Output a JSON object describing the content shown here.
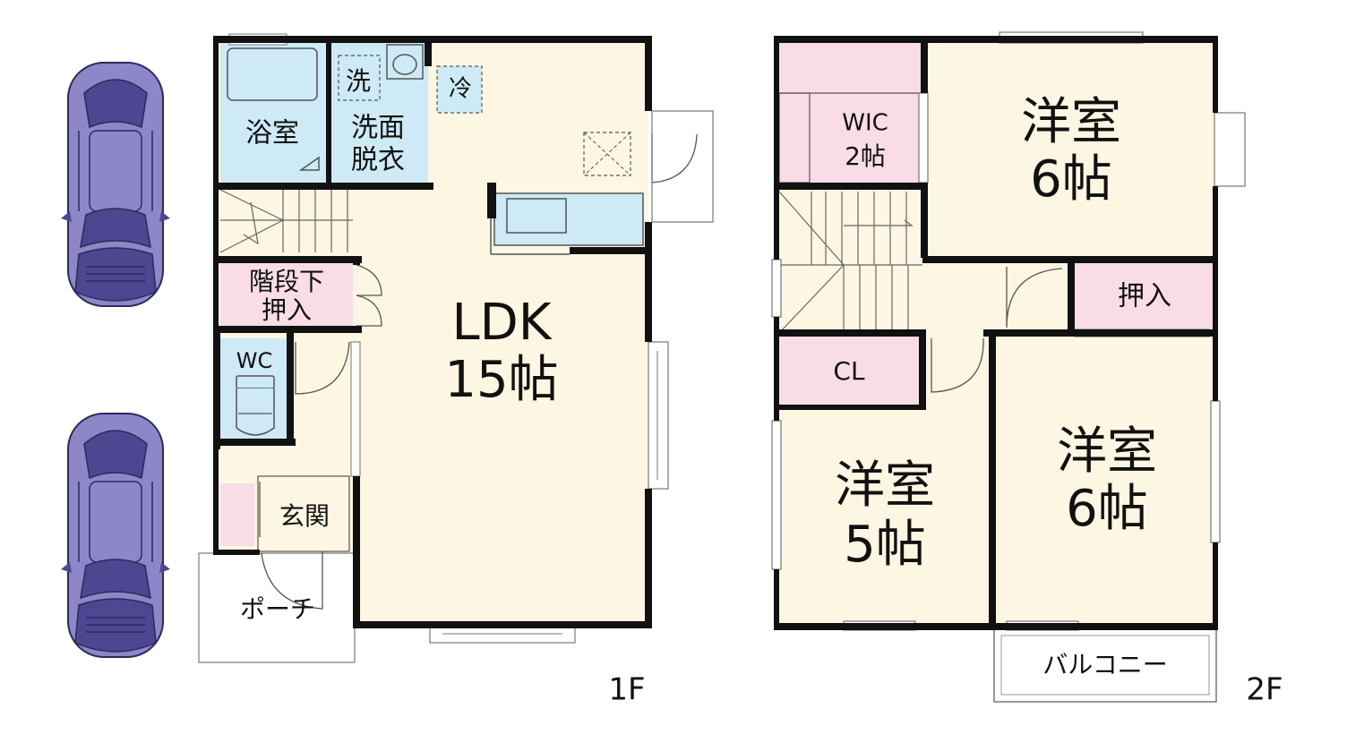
{
  "colors": {
    "floor": "#fdf6e2",
    "wet": "#cdeaf6",
    "storage": "#f9dde6",
    "wall": "#111111",
    "car_body": "#8d86c9",
    "car_dark": "#4c4790"
  },
  "icons": [
    "car-icon",
    "bathtub-icon",
    "sink-icon",
    "toilet-icon",
    "kitchen-counter-icon",
    "staircase-icon",
    "door-swing-icon"
  ],
  "floor1": {
    "label": "1F",
    "rooms": {
      "bath": "浴室",
      "washroom_l1": "洗面",
      "washroom_l2": "脱衣",
      "washer": "洗",
      "fridge": "冷",
      "ldk_l1": "LDK",
      "ldk_l2": "15帖",
      "understair_l1": "階段下",
      "understair_l2": "押入",
      "wc": "WC",
      "entrance": "玄関",
      "porch": "ポーチ"
    }
  },
  "floor2": {
    "label": "2F",
    "rooms": {
      "wic_l1": "WIC",
      "wic_l2": "2帖",
      "western_ne_l1": "洋室",
      "western_ne_l2": "6帖",
      "oshiire": "押入",
      "cl": "CL",
      "western_sw_l1": "洋室",
      "western_sw_l2": "5帖",
      "western_se_l1": "洋室",
      "western_se_l2": "6帖",
      "balcony": "バルコニー"
    }
  }
}
